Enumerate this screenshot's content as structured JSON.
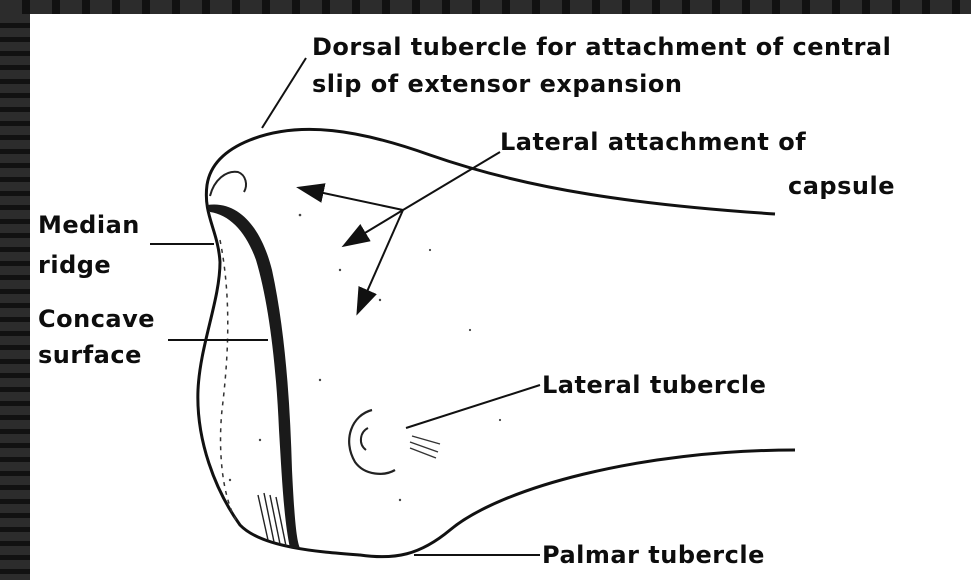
{
  "labels": {
    "dorsal_tubercle_line1": "Dorsal tubercle for attachment of central",
    "dorsal_tubercle_line2": "slip of extensor expansion",
    "lateral_attachment_line1": "Lateral attachment of",
    "lateral_attachment_line2": "capsule",
    "median_ridge_line1": "Median",
    "median_ridge_line2": "ridge",
    "concave_surface_line1": "Concave",
    "concave_surface_line2": "surface",
    "lateral_tubercle": "Lateral tubercle",
    "palmar_tubercle": "Palmar tubercle"
  }
}
